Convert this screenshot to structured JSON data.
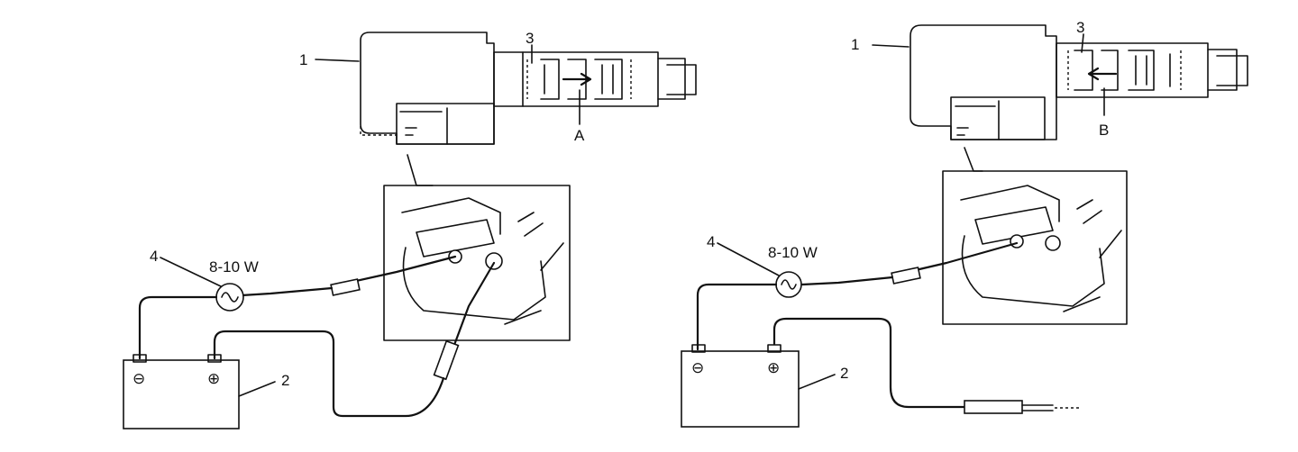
{
  "diagram_left": {
    "callout_1": "1",
    "callout_2": "2",
    "callout_3": "3",
    "callout_4": "4",
    "callout_A": "A",
    "lamp_rating": "8-10 W",
    "battery_minus": "⊖",
    "battery_plus": "⊕"
  },
  "diagram_right": {
    "callout_1": "1",
    "callout_2": "2",
    "callout_3": "3",
    "callout_4": "4",
    "callout_B": "B",
    "lamp_rating": "8-10 W",
    "battery_minus": "⊖",
    "battery_plus": "⊕"
  }
}
